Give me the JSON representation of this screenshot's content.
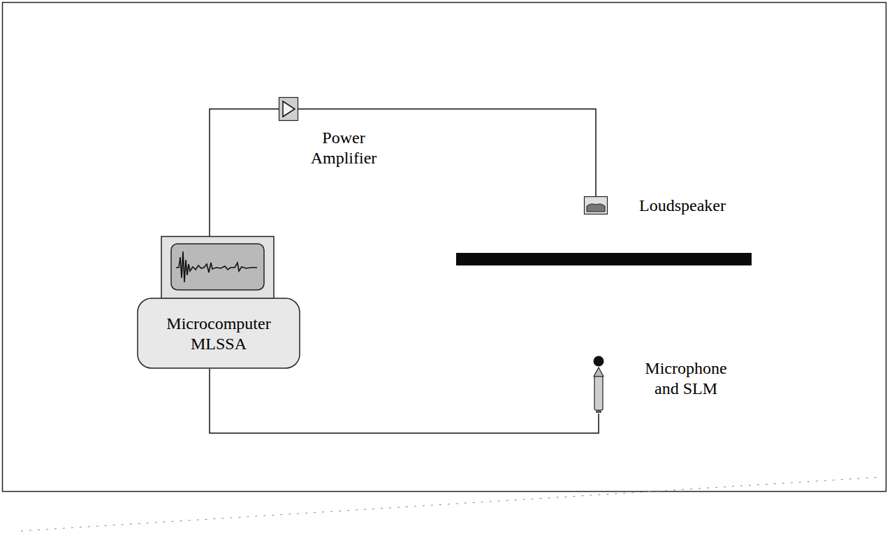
{
  "diagram": {
    "nodes": [
      {
        "text": [
          "Microcomputer MLSSA"
        ]
      },
      {
        "text": [
          "Power Amplifier"
        ]
      },
      {
        "text": [
          "Loudspeaker"
        ]
      },
      {
        "text": [
          "Microphone and SLM"
        ]
      }
    ],
    "edges": [
      {
        "from": 0,
        "to": 1,
        "arrow": "none"
      },
      {
        "from": 1,
        "to": 2,
        "arrow": "none"
      },
      {
        "from": 0,
        "to": 3,
        "arrow": "none"
      }
    ]
  }
}
